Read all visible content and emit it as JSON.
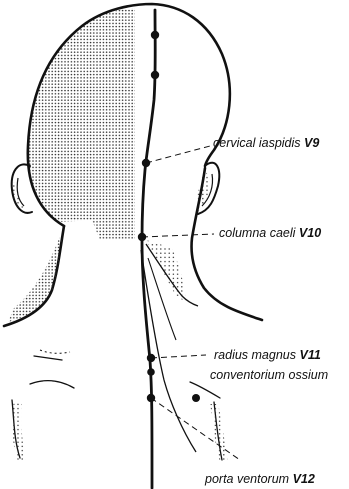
{
  "colors": {
    "ink": "#111111",
    "stipple": "#2a2a2a",
    "background": "#ffffff"
  },
  "labels": {
    "v9": {
      "name": "cervical iaspidis",
      "code": "V9"
    },
    "v10": {
      "name": "columna caeli",
      "code": "V10"
    },
    "v11": {
      "name": "radius magnus",
      "code": "V11"
    },
    "v11b": {
      "name": "conventorium ossium"
    },
    "v12": {
      "name": "porta ventorum",
      "code": "V12"
    }
  }
}
